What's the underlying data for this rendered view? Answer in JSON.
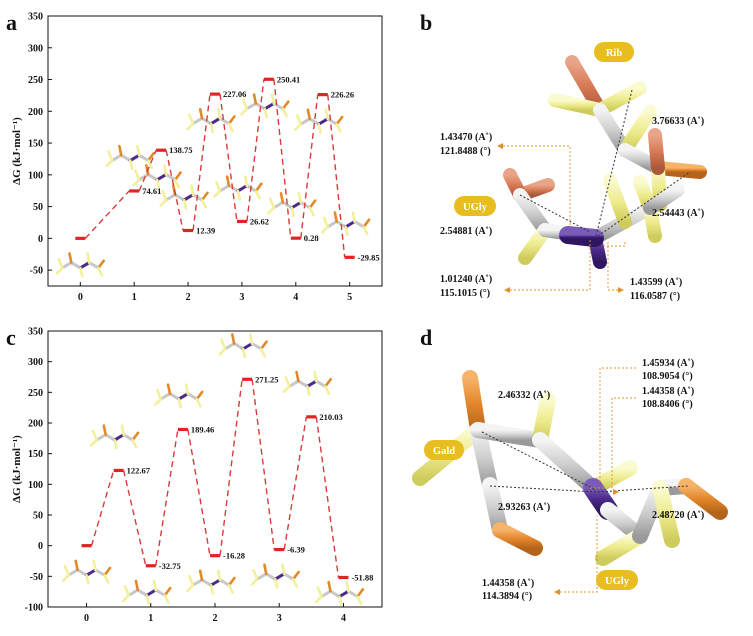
{
  "labels": {
    "a": "a",
    "b": "b",
    "c": "c",
    "d": "d"
  },
  "colors": {
    "dash": "#d93a3a",
    "state": "#e02424",
    "hydrogen": "#f2f09a",
    "carbon": "#c8c8c8",
    "nitrogen": "#4b2a8a",
    "oxygen": "#e08a2a",
    "pill": "#e7bd1f",
    "guide": "#e0902a"
  },
  "chart_data": [
    {
      "panel": "a",
      "type": "line",
      "ylabel": "ΔG (kJ·mol⁻¹)",
      "xlabel": "",
      "xlim": [
        -0.6,
        5.6
      ],
      "ylim": [
        -75,
        350
      ],
      "xticks": [
        0,
        1,
        2,
        3,
        4,
        5
      ],
      "yticks": [
        -50,
        0,
        50,
        100,
        150,
        200,
        250,
        300,
        350
      ],
      "points": [
        {
          "x": 0.0,
          "y": 0,
          "label": ""
        },
        {
          "x": 1.0,
          "y": 74.61,
          "label": "74.61"
        },
        {
          "x": 1.5,
          "y": 138.75,
          "label": "138.75"
        },
        {
          "x": 2.0,
          "y": 12.39,
          "label": "12.39"
        },
        {
          "x": 2.5,
          "y": 227.06,
          "label": "227.06"
        },
        {
          "x": 3.0,
          "y": 26.62,
          "label": "26.62"
        },
        {
          "x": 3.5,
          "y": 250.41,
          "label": "250.41"
        },
        {
          "x": 4.0,
          "y": 0.28,
          "label": "0.28"
        },
        {
          "x": 4.5,
          "y": 226.26,
          "label": "226.26"
        },
        {
          "x": 5.0,
          "y": -29.85,
          "label": "-29.85"
        }
      ]
    },
    {
      "panel": "c",
      "type": "line",
      "ylabel": "ΔG (kJ·mol⁻¹)",
      "xlabel": "",
      "xlim": [
        -0.6,
        4.6
      ],
      "ylim": [
        -100,
        350
      ],
      "xticks": [
        0,
        1,
        2,
        3,
        4
      ],
      "yticks": [
        -100,
        -50,
        0,
        50,
        100,
        150,
        200,
        250,
        300,
        350
      ],
      "points": [
        {
          "x": 0.0,
          "y": 0,
          "label": ""
        },
        {
          "x": 0.5,
          "y": 122.67,
          "label": "122.67"
        },
        {
          "x": 1.0,
          "y": -32.75,
          "label": "-32.75"
        },
        {
          "x": 1.5,
          "y": 189.46,
          "label": "189.46"
        },
        {
          "x": 2.0,
          "y": -16.28,
          "label": "-16.28"
        },
        {
          "x": 2.5,
          "y": 271.25,
          "label": "271.25"
        },
        {
          "x": 3.0,
          "y": -6.39,
          "label": "-6.39"
        },
        {
          "x": 3.5,
          "y": 210.03,
          "label": "210.03"
        },
        {
          "x": 4.0,
          "y": -51.88,
          "label": "-51.88"
        }
      ]
    }
  ],
  "panel_b": {
    "tags": {
      "rib": "Rib",
      "ugly": "UGly"
    },
    "annotations": {
      "d1": "3.76633 (A˚)",
      "d2": "2.54443 (A˚)",
      "d3": "2.54881 (A˚)",
      "bl1": "1.43470 (A˚)",
      "an1": "121.8488 (°)",
      "bl2": "1.01240 (A˚)",
      "an2": "115.1015 (°)",
      "bl3": "1.43599 (A˚)",
      "an3": "116.0587 (°)"
    }
  },
  "panel_d": {
    "tags": {
      "gald": "Gald",
      "ugly": "UGly"
    },
    "annotations": {
      "d1": "2.46332 (A˚)",
      "d2": "2.93263 (A˚)",
      "d3": "2.48720 (A˚)",
      "bl1": "1.45934 (A˚)",
      "an1": "108.9054 (°)",
      "bl2": "1.44358 (A˚)",
      "an2": "108.8406 (°)",
      "bl3": "1.44358 (A˚)",
      "an3": "114.3894 (°)"
    }
  }
}
